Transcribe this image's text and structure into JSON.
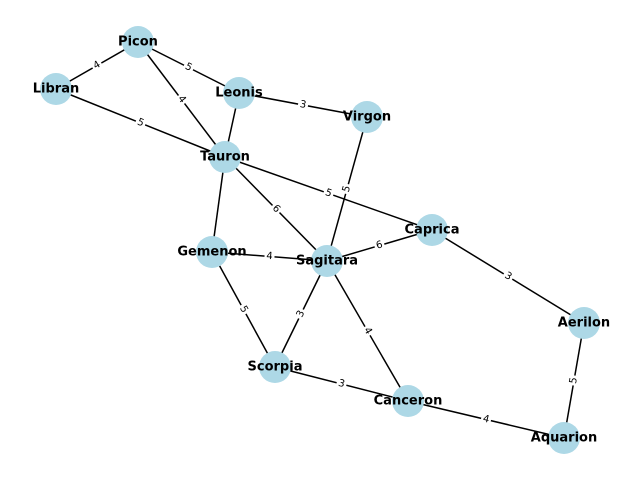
{
  "graph": {
    "node_color": "#add8e6",
    "edge_color": "#000000",
    "nodes": [
      {
        "id": "Picon",
        "label": "Picon"
      },
      {
        "id": "Libran",
        "label": "Libran"
      },
      {
        "id": "Leonis",
        "label": "Leonis"
      },
      {
        "id": "Virgon",
        "label": "Virgon"
      },
      {
        "id": "Tauron",
        "label": "Tauron"
      },
      {
        "id": "Caprica",
        "label": "Caprica"
      },
      {
        "id": "Gemenon",
        "label": "Gemenon"
      },
      {
        "id": "Sagitara",
        "label": "Sagitara"
      },
      {
        "id": "Aerilon",
        "label": "Aerilon"
      },
      {
        "id": "Scorpia",
        "label": "Scorpia"
      },
      {
        "id": "Canceron",
        "label": "Canceron"
      },
      {
        "id": "Aquarion",
        "label": "Aquarion"
      }
    ],
    "edges": [
      {
        "source": "Picon",
        "target": "Libran",
        "weight": "4"
      },
      {
        "source": "Picon",
        "target": "Leonis",
        "weight": "5"
      },
      {
        "source": "Picon",
        "target": "Tauron",
        "weight": "4"
      },
      {
        "source": "Libran",
        "target": "Tauron",
        "weight": "5"
      },
      {
        "source": "Leonis",
        "target": "Virgon",
        "weight": "3"
      },
      {
        "source": "Leonis",
        "target": "Tauron",
        "weight": ""
      },
      {
        "source": "Virgon",
        "target": "Sagitara",
        "weight": "5"
      },
      {
        "source": "Tauron",
        "target": "Caprica",
        "weight": "5"
      },
      {
        "source": "Tauron",
        "target": "Sagitara",
        "weight": "6"
      },
      {
        "source": "Tauron",
        "target": "Gemenon",
        "weight": ""
      },
      {
        "source": "Gemenon",
        "target": "Sagitara",
        "weight": "4"
      },
      {
        "source": "Gemenon",
        "target": "Scorpia",
        "weight": "5"
      },
      {
        "source": "Sagitara",
        "target": "Caprica",
        "weight": "6"
      },
      {
        "source": "Sagitara",
        "target": "Scorpia",
        "weight": "3"
      },
      {
        "source": "Sagitara",
        "target": "Canceron",
        "weight": "4"
      },
      {
        "source": "Caprica",
        "target": "Aerilon",
        "weight": "3"
      },
      {
        "source": "Scorpia",
        "target": "Canceron",
        "weight": "3"
      },
      {
        "source": "Canceron",
        "target": "Aquarion",
        "weight": "4"
      },
      {
        "source": "Aerilon",
        "target": "Aquarion",
        "weight": "5"
      }
    ]
  }
}
